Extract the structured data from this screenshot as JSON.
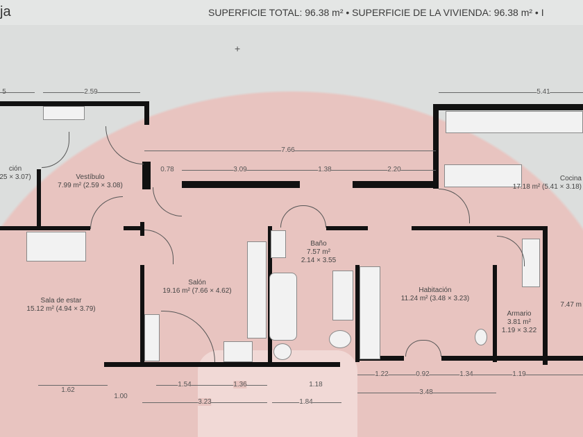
{
  "header": {
    "title": "ja",
    "summary": "SUPERFICIE TOTAL: 96.38 m² • SUPERFICIE DE LA VIVIENDA: 96.38 m² • I"
  },
  "rooms": [
    {
      "name": "ción",
      "area": "25 × 3.07)"
    },
    {
      "name": "Vestíbulo",
      "area": "7.99 m² (2.59 × 3.08)"
    },
    {
      "name": "Sala de estar",
      "area": "15.12 m² (4.94 × 3.79)"
    },
    {
      "name": "Salón",
      "area": "19.16 m² (7.66 × 4.62)"
    },
    {
      "name": "Baño",
      "area": "7.57 m²",
      "dims": "2.14 × 3.55"
    },
    {
      "name": "Habitación",
      "area": "11.24 m² (3.48 × 3.23)"
    },
    {
      "name": "Armario",
      "area": "3.81 m²",
      "dims": "1.19 × 3.22"
    },
    {
      "name": "Cocina",
      "area": "17.18 m² (5.41 × 3.18)"
    },
    {
      "name": "",
      "area": "7.47 m"
    }
  ],
  "dimensions": {
    "top": [
      "5",
      "2.59",
      "5.41",
      "7.66",
      "0.78",
      "3.09",
      "1.38",
      "2.20"
    ],
    "bottom": [
      "1.62",
      "1.00",
      "1.54",
      "1.36",
      "3.23",
      "1.18",
      "1.84",
      "1.22",
      "0.92",
      "1.34",
      "1.19",
      "3.48"
    ]
  },
  "colors": {
    "highlight": "#e8c4c0",
    "wall": "#111111",
    "background": "#dcdedd"
  }
}
